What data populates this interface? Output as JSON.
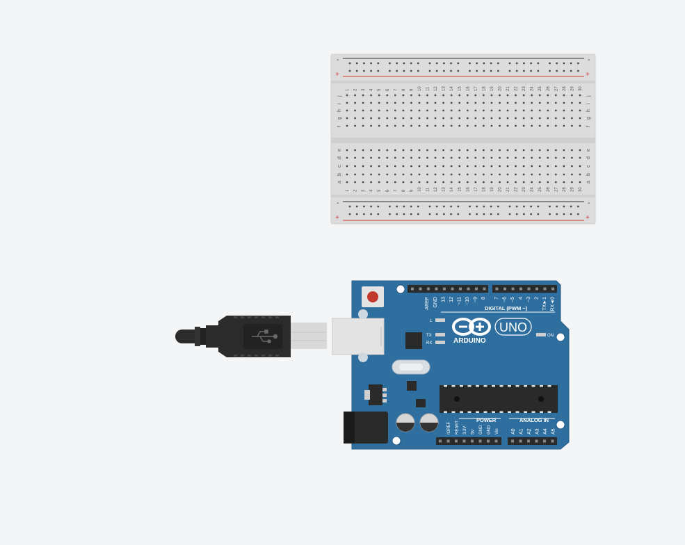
{
  "breadboard": {
    "columns": 30,
    "rail_minus": "-",
    "rail_plus": "+",
    "row_letters_top": [
      "j",
      "i",
      "h",
      "g",
      "f"
    ],
    "row_letters_bottom": [
      "e",
      "d",
      "c",
      "b",
      "a"
    ],
    "colors": {
      "body": "#dcdcdc",
      "rail_red": "#d23a3a",
      "rail_black": "#333333",
      "hole": "#4a4a4a"
    }
  },
  "arduino": {
    "logo_text": "ARDUINO",
    "model_text": "UNO",
    "digital_header_label": "DIGITAL (PWM ~)",
    "digital_pins": [
      "AREF",
      "GND",
      "13",
      "12",
      "~11",
      "~10",
      "~9",
      "8",
      "7",
      "~6",
      "~5",
      "4",
      "~3",
      "2",
      "TX►1",
      "RX◄0"
    ],
    "power_header_label": "POWER",
    "power_pins": [
      "IOREF",
      "RESET",
      "3.3V",
      "5V",
      "GND",
      "GND",
      "Vin"
    ],
    "analog_header_label": "ANALOG IN",
    "analog_pins": [
      "A0",
      "A1",
      "A2",
      "A3",
      "A4",
      "A5"
    ],
    "led_l": "L",
    "led_tx": "TX",
    "led_rx": "RX",
    "led_on": "ON",
    "colors": {
      "board": "#2f6f9f",
      "board_edge": "#245a82",
      "header": "#2a2a2a",
      "reset_button": "#c0392b"
    }
  },
  "usb_cable": {
    "colors": {
      "plug": "#2b2b2b",
      "connector": "#d9d9d9"
    }
  }
}
